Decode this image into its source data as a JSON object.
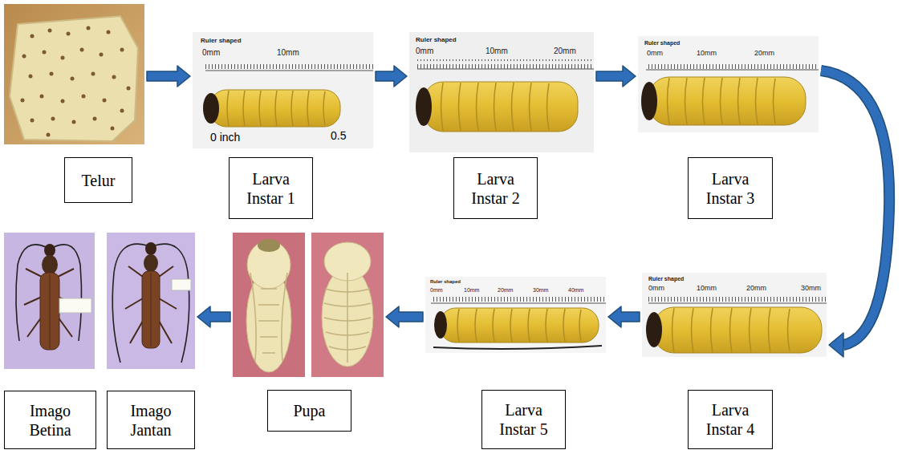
{
  "diagram": {
    "nodes": [
      {
        "text": [
          "Telur"
        ]
      },
      {
        "text": [
          "Larva Instar 1"
        ]
      },
      {
        "text": [
          "Larva Instar 2"
        ]
      },
      {
        "text": [
          "Larva Instar 3"
        ]
      },
      {
        "text": [
          "Larva Instar 4"
        ]
      },
      {
        "text": [
          "Larva Instar 5"
        ]
      },
      {
        "text": [
          "Pupa"
        ]
      },
      {
        "text": [
          "Imago Betina"
        ]
      },
      {
        "text": [
          "Imago Jantan"
        ]
      }
    ],
    "edges": [
      {
        "from": 0,
        "to": 1,
        "arrow": "to"
      },
      {
        "from": 1,
        "to": 2,
        "arrow": "to"
      },
      {
        "from": 2,
        "to": 3,
        "arrow": "to"
      },
      {
        "from": 3,
        "to": 4,
        "arrow": "to"
      },
      {
        "from": 4,
        "to": 5,
        "arrow": "to"
      },
      {
        "from": 5,
        "to": 6,
        "arrow": "to"
      },
      {
        "from": 6,
        "to": 8,
        "arrow": "to"
      }
    ],
    "labels": [
      "Ruler shaped",
      "0mm",
      "10mm",
      "0 inch",
      "0.5",
      "Ruler shaped",
      "0mm",
      "10mm",
      "20mm",
      "Ruler shaped",
      "0mm",
      "10mm",
      "20mm",
      "Ruler shaped",
      "0mm",
      "10mm",
      "20mm",
      "30mm",
      "Ruler shaped",
      "0mm",
      "10mm",
      "20mm",
      "30mm",
      "40mm"
    ]
  }
}
